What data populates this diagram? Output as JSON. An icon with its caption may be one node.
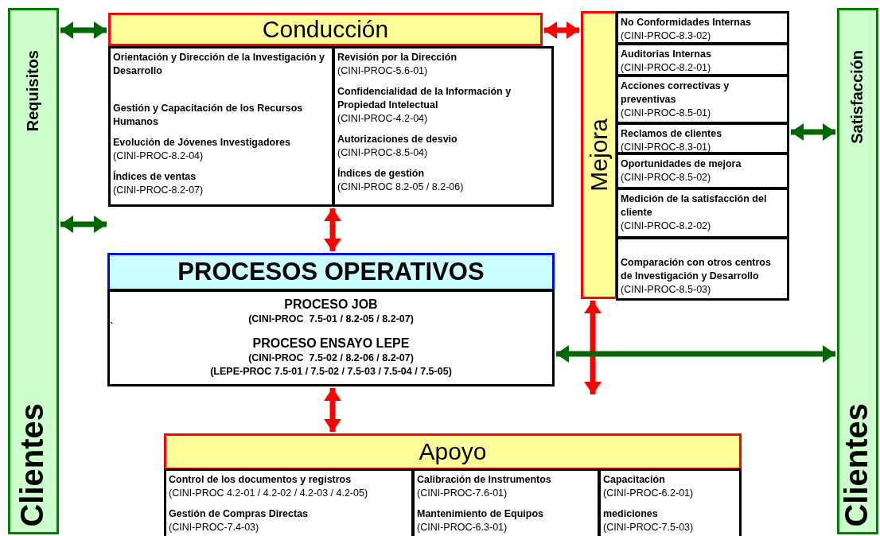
{
  "diagram": {
    "nodes": [
      {
        "text": [
          "Requisitos",
          "Clientes"
        ]
      },
      {
        "text": [
          "Satisfacción",
          "Clientes"
        ]
      },
      {
        "text": [
          "Conducción"
        ]
      },
      {
        "text": [
          "Orientación y Dirección de la Investigación y Desarrollo",
          "Gestión y Capacitación de los Recursos Humanos",
          "Evolución de Jóvenes Investigadores",
          "(CINI-PROC-8.2-04)",
          "Índices de ventas",
          "(CINI-PROC-8.2-07)"
        ]
      },
      {
        "text": [
          "Revisión por la Dirección",
          "(CINI-PROC-5.6-01)",
          "Confidencialidad de la Información y Propiedad Intelectual",
          "(CINI-PROC-4.2-04)",
          "Autorizaciones de desvio",
          "(CINI-PROC-8.5-04)",
          "Índices de gestión",
          "(CINI-PROC 8.2-05 / 8.2-06)"
        ]
      },
      {
        "text": [
          "Mejora"
        ]
      },
      {
        "text": [
          "No Conformidades Internas",
          "(CINI-PROC-8.3-02)"
        ]
      },
      {
        "text": [
          "Auditorias Internas",
          "(CINI-PROC-8.2-01)"
        ]
      },
      {
        "text": [
          "Acciones correctivas y preventivas",
          "(CINI-PROC-8.5-01)"
        ]
      },
      {
        "text": [
          "Reclamos de clientes",
          "(CINI-PROC-8.3-01)"
        ]
      },
      {
        "text": [
          "Oportunidades de mejora",
          "(CINI-PROC-8.5-02)"
        ]
      },
      {
        "text": [
          "Medición de la satisfacción del cliente",
          "(CINI-PROC-8.2-02)"
        ]
      },
      {
        "text": [
          "Comparación con otros centros de Investigación y Desarrollo",
          "(CINI-PROC-8.5-03)"
        ]
      },
      {
        "text": [
          "PROCESOS OPERATIVOS"
        ]
      },
      {
        "text": [
          "PROCESO JOB",
          "(CINI-PROC  7.5-01 / 8.2-05 / 8.2-07)",
          "PROCESO ENSAYO LEPE",
          "(CINI-PROC  7.5-02 / 8.2-06 / 8.2-07)",
          "(LEPE-PROC 7.5-01 / 7.5-02 / 7.5-03 / 7.5-04 / 7.5-05)"
        ]
      },
      {
        "text": [
          "Apoyo"
        ]
      },
      {
        "text": [
          "Control de los documentos y registros",
          "(CINI-PROC 4.2-01 / 4.2-02 / 4.2-03 / 4.2-05)",
          "Gestión de Compras Directas",
          "(CINI-PROC-7.4-03)"
        ]
      },
      {
        "text": [
          "Calibración de Instrumentos",
          "(CINI-PROC-7.6-01)",
          "Mantenimiento de Equipos",
          "(CINI-PROC-6.3-01)"
        ]
      },
      {
        "text": [
          "Capacitación",
          "(CINI-PROC-6.2-01)",
          "mediciones",
          "(CINI-PROC-7.5-03)"
        ]
      }
    ],
    "edges": [
      {
        "from": 0,
        "to": 2,
        "arrow": "both"
      },
      {
        "from": 0,
        "to": 3,
        "arrow": "both"
      },
      {
        "from": 2,
        "to": 5,
        "arrow": "both",
        "color": "#ff0000"
      },
      {
        "from": 3,
        "to": 13,
        "arrow": "both",
        "color": "#ff0000"
      },
      {
        "from": 14,
        "to": 15,
        "arrow": "both",
        "color": "#ff0000"
      },
      {
        "from": 5,
        "to": null,
        "arrow": "both",
        "color": "#ff0000"
      },
      {
        "from": 9,
        "to": 1,
        "arrow": "both"
      },
      {
        "from": 14,
        "to": 1,
        "arrow": "both"
      }
    ],
    "labels": [
      "`"
    ]
  }
}
